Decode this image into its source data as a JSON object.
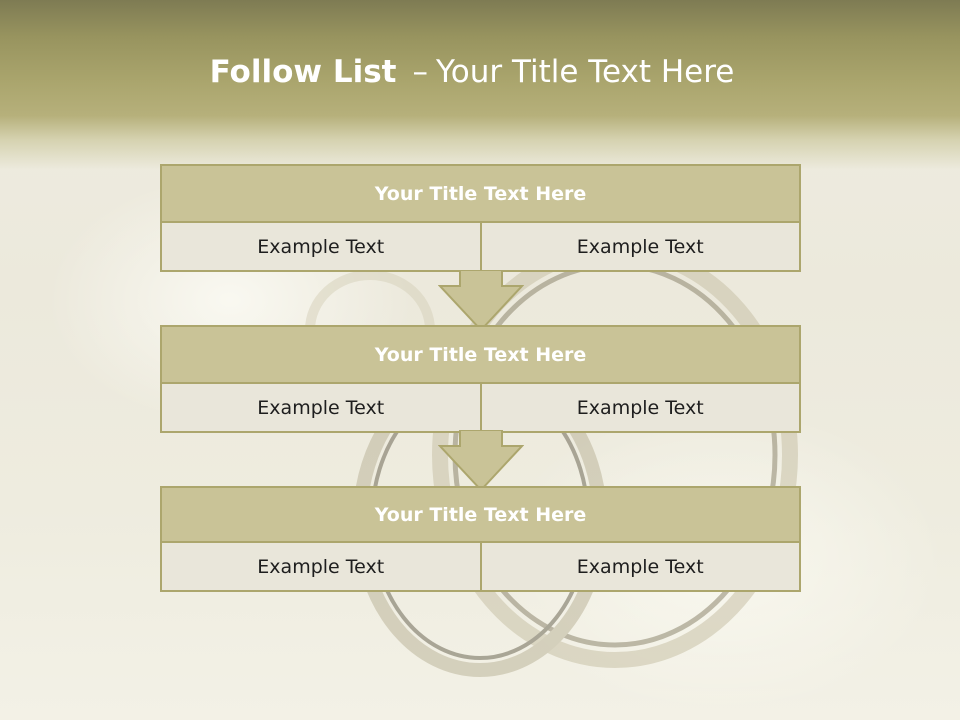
{
  "slide": {
    "title_strong": "Follow List",
    "title_sep": "–",
    "title_rest": "Your Title Text Here"
  },
  "blocks": [
    {
      "title": "Your Title Text Here",
      "left": "Example Text",
      "right": "Example Text"
    },
    {
      "title": "Your Title Text Here",
      "left": "Example Text",
      "right": "Example Text"
    },
    {
      "title": "Your Title Text Here",
      "left": "Example Text",
      "right": "Example Text"
    }
  ],
  "colors": {
    "header_band": "#aaa56d",
    "block_header": "#c9c397",
    "block_body": "#e9e6da",
    "border": "#aca66d",
    "title_text": "#ffffff",
    "body_text": "#1e1e1e"
  }
}
